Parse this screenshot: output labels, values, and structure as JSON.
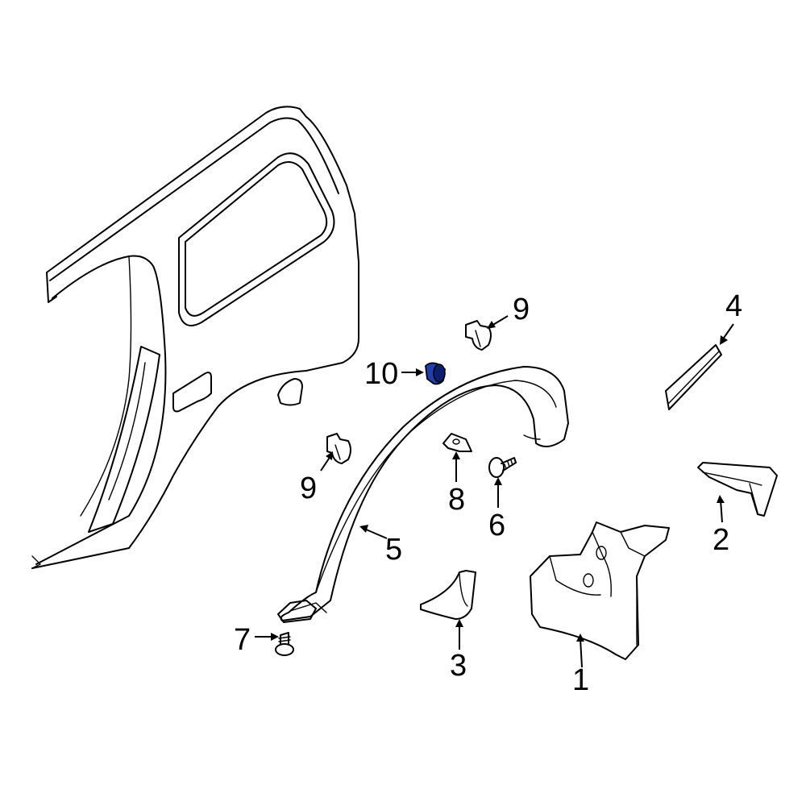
{
  "diagram": {
    "callouts": [
      {
        "id": "1",
        "text": "1"
      },
      {
        "id": "2",
        "text": "2"
      },
      {
        "id": "3",
        "text": "3"
      },
      {
        "id": "4",
        "text": "4"
      },
      {
        "id": "5",
        "text": "5"
      },
      {
        "id": "6",
        "text": "6"
      },
      {
        "id": "7",
        "text": "7"
      },
      {
        "id": "8",
        "text": "8"
      },
      {
        "id": "9a",
        "text": "9"
      },
      {
        "id": "9b",
        "text": "9"
      },
      {
        "id": "10",
        "text": "10"
      }
    ],
    "colors": {
      "line": "#000000",
      "background": "#ffffff",
      "highlight_part": "#1f3fae",
      "highlight_part_dark": "#0c1f6e"
    },
    "highlighted_callout": "10"
  }
}
